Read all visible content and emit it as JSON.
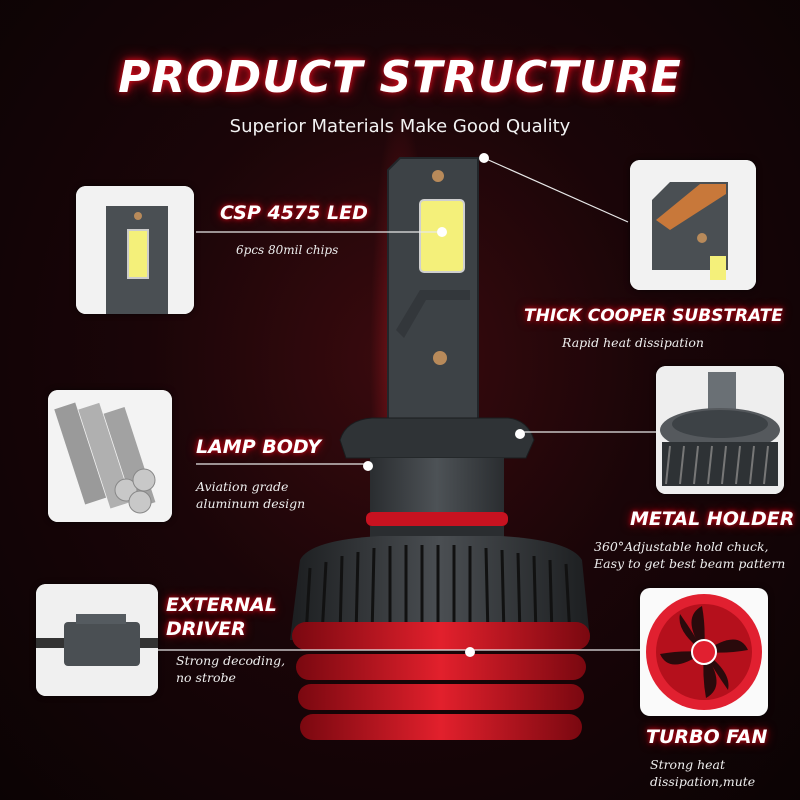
{
  "header": {
    "title": "PRODUCT STRUCTURE",
    "subtitle": "Superior Materials Make Good Quality"
  },
  "features": {
    "csp_led": {
      "title": "CSP 4575 LED",
      "desc": "6pcs 80mil chips"
    },
    "substrate": {
      "title": "THICK COOPER SUBSTRATE",
      "desc": "Rapid heat dissipation"
    },
    "lamp_body": {
      "title": "LAMP BODY",
      "desc_line1": "Aviation grade",
      "desc_line2": "aluminum design"
    },
    "metal_holder": {
      "title": "METAL HOLDER",
      "desc_line1": "360°Adjustable hold chuck,",
      "desc_line2": "Easy to get best beam pattern"
    },
    "external_driver": {
      "title_line1": "EXTERNAL",
      "title_line2": "DRIVER",
      "desc_line1": "Strong decoding,",
      "desc_line2": "no strobe"
    },
    "turbo_fan": {
      "title": "TURBO FAN",
      "desc_line1": "Strong heat",
      "desc_line2": "dissipation,mute"
    }
  },
  "colors": {
    "accent_red": "#d0101c",
    "background": "#1a0508",
    "housing_gray": "#3d4246",
    "led_yellow": "#f4f07a"
  }
}
